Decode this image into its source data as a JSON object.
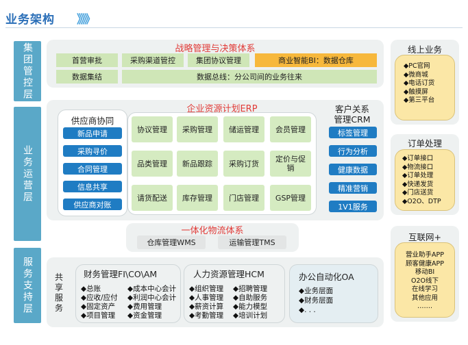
{
  "header": {
    "title": "业务架构",
    "chevrons": "》》》"
  },
  "layers": [
    "集团管控层",
    "业务运营层",
    "服务支持层"
  ],
  "strategy": {
    "title": "战略管理与决策体系",
    "row1": [
      "首营审批",
      "采购渠道管控",
      "集团协议管理"
    ],
    "bi": "商业智能BI：数据仓库",
    "row2_left": "数据集结",
    "row2_right": "数据总线：分公司间的业务往来"
  },
  "supplier": {
    "title": "供应商协同",
    "items": [
      "新品申请",
      "采购寻价",
      "合同管理",
      "信息共享",
      "供应商对账"
    ]
  },
  "erp": {
    "title": "企业资源计划ERP",
    "cells": [
      "协议管理",
      "采购管理",
      "储运管理",
      "会员管理",
      "品类管理",
      "新品跟踪",
      "采购订货",
      "定价与促销",
      "请货配送",
      "库存管理",
      "门店管理",
      "GSP管理"
    ]
  },
  "crm": {
    "title_line1": "客户关系",
    "title_line2": "管理CRM",
    "items": [
      "标签管理",
      "行为分析",
      "健康数据",
      "精准营销",
      "1V1服务"
    ]
  },
  "logistics": {
    "title": "一体化物流体系",
    "items": [
      "仓库管理WMS",
      "运输管理TMS"
    ]
  },
  "shared": {
    "label": [
      "共",
      "享",
      "服",
      "务"
    ]
  },
  "finance": {
    "title": "财务管理FI\\CO\\AM",
    "col1": [
      "◆总账",
      "◆应收/应付",
      "◆固定资产",
      "◆项目管理"
    ],
    "col2": [
      "◆成本中心会计",
      "◆利润中心会计",
      "◆费用管理",
      "◆资金管理"
    ]
  },
  "hr": {
    "title": "人力资源管理HCM",
    "col1": [
      "◆组织管理",
      "◆人事管理",
      "◆薪资计算",
      "◆考勤管理"
    ],
    "col2": [
      "◆招聘管理",
      "◆自助服务",
      "◆能力模型",
      "◆培训计划"
    ]
  },
  "oa": {
    "title": "办公自动化OA",
    "items": [
      "◆业务层面",
      "◆财务层面",
      "◆. . ."
    ]
  },
  "right": [
    {
      "title": "线上业务",
      "items": [
        "◆PC官网",
        "◆微商城",
        "◆电话订货",
        "◆触摸屏",
        "◆第三平台"
      ]
    },
    {
      "title": "订单处理",
      "items": [
        "◆订单接口",
        "◆物流接口",
        "◆订单处理",
        "◆快递发货",
        "◆门店送货",
        "◆O2O、DTP"
      ]
    },
    {
      "title": "互联网+",
      "items": [
        "营业助手APP",
        "顾客健康APP",
        "移动BI",
        "O2O线下",
        "在线学习",
        "其他应用",
        "……."
      ]
    }
  ],
  "colors": {
    "accent": "#2b6fb8",
    "layer": "#5aa8c8",
    "green": "#cfe6b7",
    "orange": "#f7b83c",
    "blue": "#1f7cc3",
    "red": "#e13b38",
    "yellow": "#fbe7a6"
  }
}
